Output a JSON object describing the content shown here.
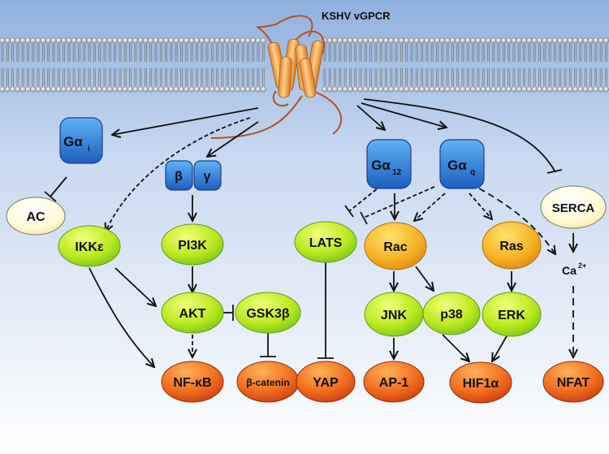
{
  "title": "KSHV vGPCR",
  "nodes": {
    "gai": {
      "main": "Gα",
      "sub": "i"
    },
    "beta": {
      "text": "β"
    },
    "gamma": {
      "text": "γ"
    },
    "ga12": {
      "main": "Gα",
      "sub": "12"
    },
    "gaq": {
      "main": "Gα",
      "sub": "q"
    },
    "ac": {
      "text": "AC"
    },
    "serca": {
      "text": "SERCA"
    },
    "ikke": {
      "text": "IKKε"
    },
    "pi3k": {
      "text": "PI3K"
    },
    "lats": {
      "text": "LATS"
    },
    "rac": {
      "text": "Rac"
    },
    "ras": {
      "text": "Ras"
    },
    "ca": {
      "main": "Ca",
      "sup": "2+"
    },
    "akt": {
      "text": "AKT"
    },
    "gsk3b": {
      "text": "GSK3β"
    },
    "jnk": {
      "text": "JNK"
    },
    "p38": {
      "text": "p38"
    },
    "erk": {
      "text": "ERK"
    },
    "nfkb": {
      "text": "NF-κB"
    },
    "bcatenin": {
      "text": "β-catenin"
    },
    "yap": {
      "text": "YAP"
    },
    "ap1": {
      "text": "AP-1"
    },
    "hif1a": {
      "text": "HIF1α"
    },
    "nfat": {
      "text": "NFAT"
    }
  },
  "colors": {
    "background_top": "#9db8e2",
    "background_bottom": "#ffffff",
    "membrane_head": "#e8e8e8",
    "receptor": "#f2a24a",
    "receptor_loop": "#b5502a",
    "g_protein": "#2f7fd8",
    "green_node": "#b5e61d",
    "orange_node": "#f2a623",
    "red_node": "#e8541c",
    "white_node": "#fffbd0",
    "arrow": "#111111"
  }
}
